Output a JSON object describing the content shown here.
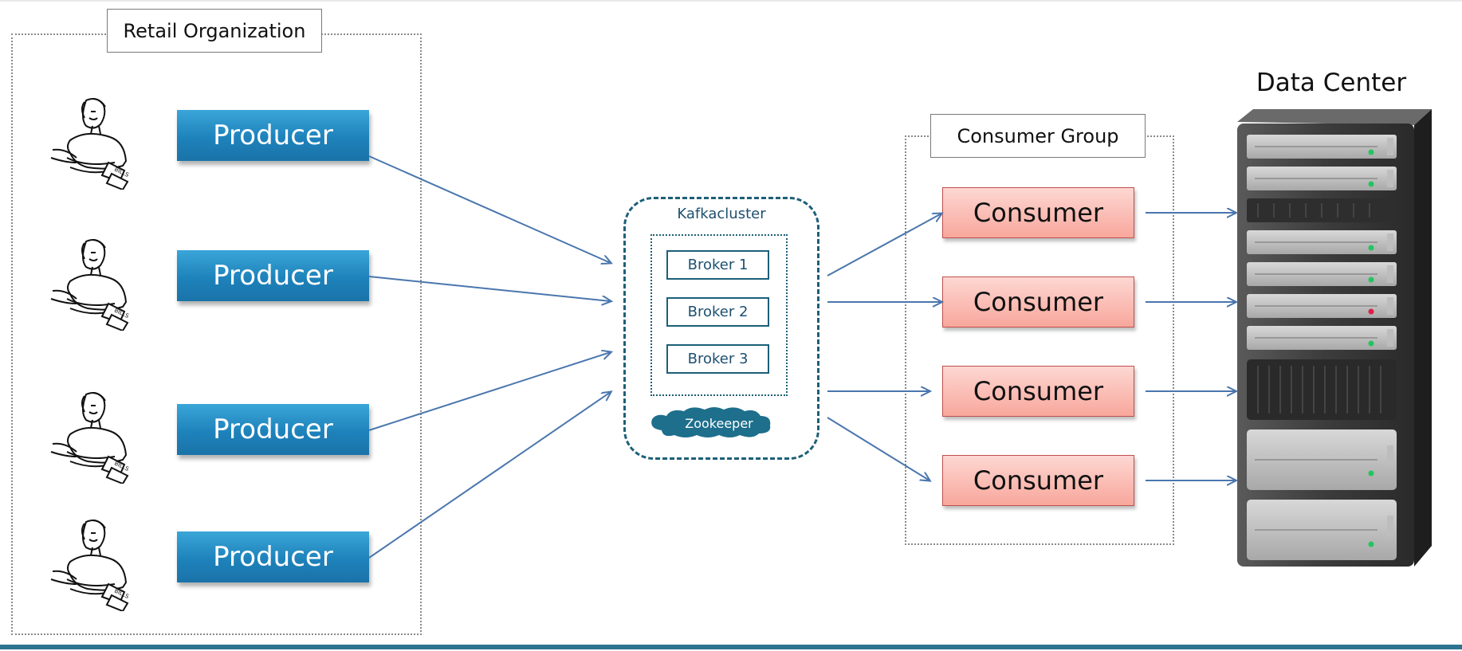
{
  "retail": {
    "title": "Retail Organization"
  },
  "producers": [
    {
      "label": "Producer"
    },
    {
      "label": "Producer"
    },
    {
      "label": "Producer"
    },
    {
      "label": "Producer"
    }
  ],
  "person_icon_name": "woman-with-bills-icon",
  "kafka": {
    "title": "Kafkacluster",
    "brokers": [
      "Broker 1",
      "Broker 2",
      "Broker 3"
    ],
    "zookeeper": "Zookeeper"
  },
  "consumer_group": {
    "title": "Consumer Group",
    "consumers": [
      "Consumer",
      "Consumer",
      "Consumer",
      "Consumer"
    ]
  },
  "data_center": {
    "title": "Data Center"
  },
  "colors": {
    "producer": "#1e82bb",
    "consumer": "#f8a79c",
    "kafka": "#1d5f78",
    "arrow": "#4a76ad",
    "rack": "#3a3a3a",
    "led_green": "#22c55e",
    "led_red": "#e11d48",
    "rule": "#2e7490"
  }
}
